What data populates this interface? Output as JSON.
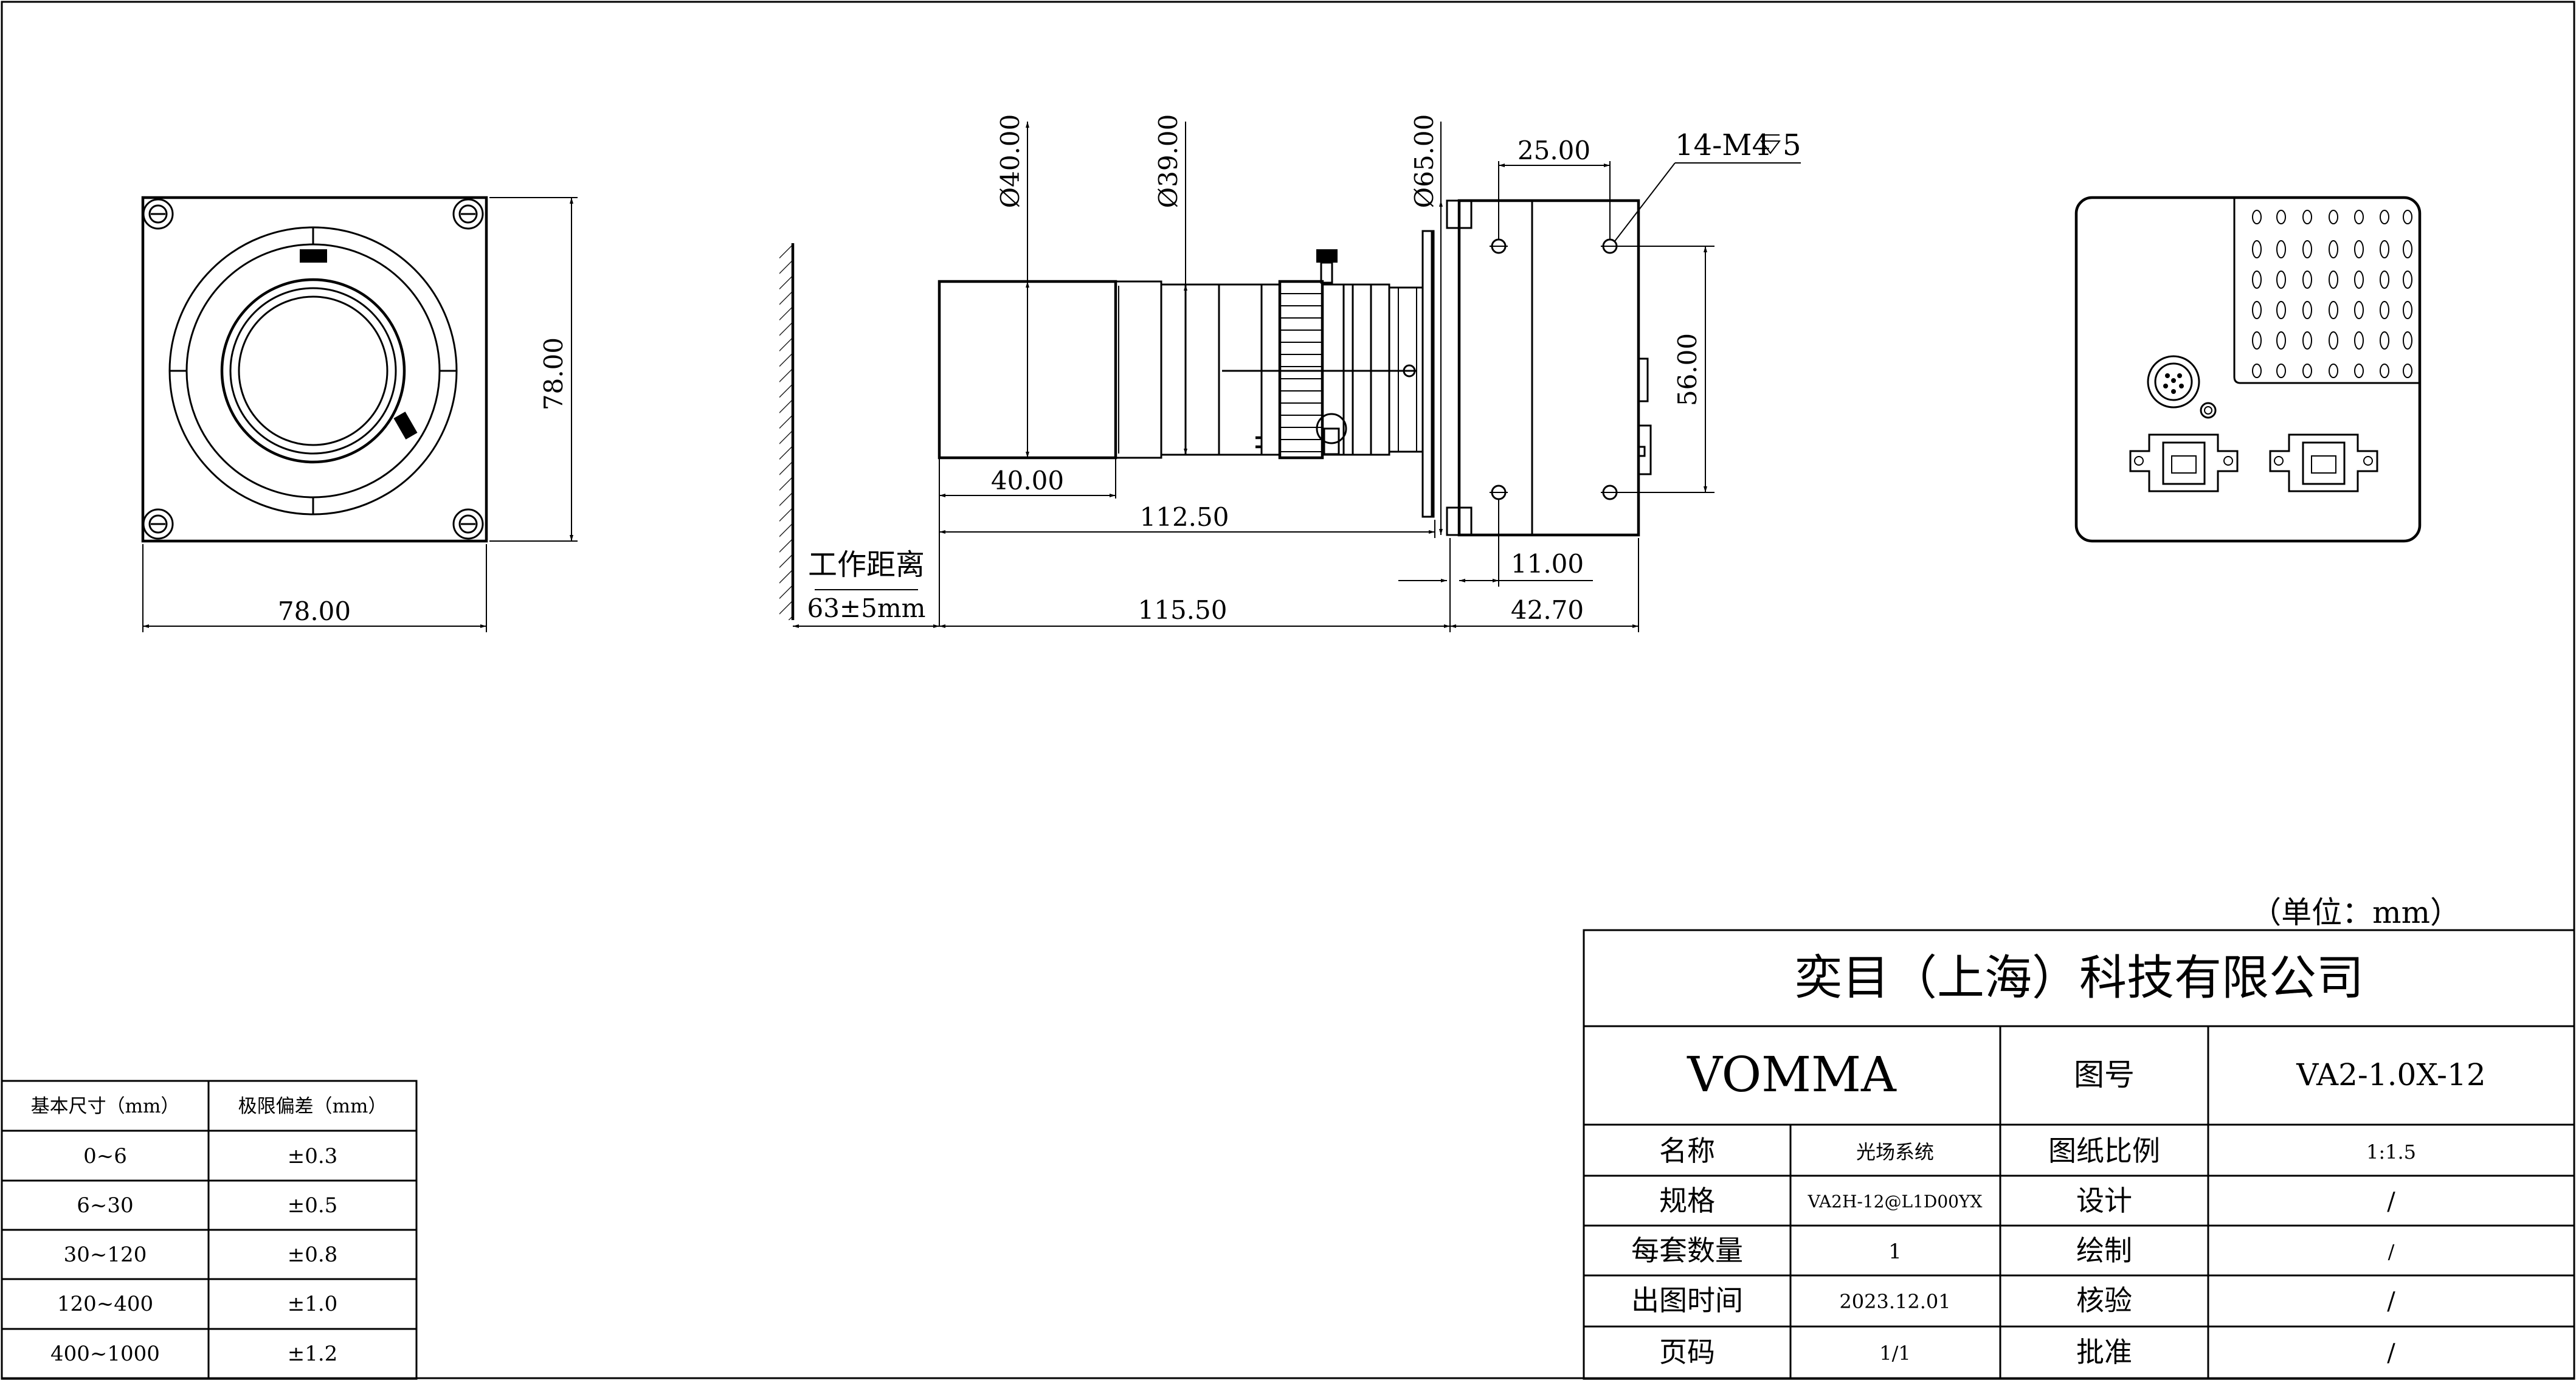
{
  "front_view": {
    "width_dim": "78.00",
    "height_dim": "78.00"
  },
  "side_view": {
    "d40": "Ø40.00",
    "d39": "Ø39.00",
    "d65": "Ø65.00",
    "len40": "40.00",
    "len112": "112.50",
    "len115": "115.50",
    "w25": "25.00",
    "h56": "56.00",
    "w11": "11.00",
    "w42": "42.70",
    "thread": "14-M4",
    "thread_depth": "5",
    "work_dist_label": "工作距离",
    "work_dist_value": "63±5mm"
  },
  "tolerance_table": {
    "headers": [
      "基本尺寸（mm）",
      "极限偏差（mm）"
    ],
    "rows": [
      [
        "0~6",
        "±0.3"
      ],
      [
        "6~30",
        "±0.5"
      ],
      [
        "30~120",
        "±0.8"
      ],
      [
        "120~400",
        "±1.0"
      ],
      [
        "400~1000",
        "±1.2"
      ]
    ]
  },
  "title_block": {
    "unit": "（单位：mm）",
    "company": "奕目（上海）科技有限公司",
    "brand": "VOMMA",
    "drawing_no_label": "图号",
    "drawing_no": "VA2-1.0X-12",
    "rows": [
      {
        "k1": "名称",
        "v1": "光场系统",
        "k2": "图纸比例",
        "v2": "1:1.5"
      },
      {
        "k1": "规格",
        "v1": "VA2H-12@L1D00YX",
        "k2": "设计",
        "v2": "/"
      },
      {
        "k1": "每套数量",
        "v1": "1",
        "k2": "绘制",
        "v2": "/"
      },
      {
        "k1": "出图时间",
        "v1": "2023.12.01",
        "k2": "核验",
        "v2": "/"
      },
      {
        "k1": "页码",
        "v1": "1/1",
        "k2": "批准",
        "v2": "/"
      }
    ]
  }
}
